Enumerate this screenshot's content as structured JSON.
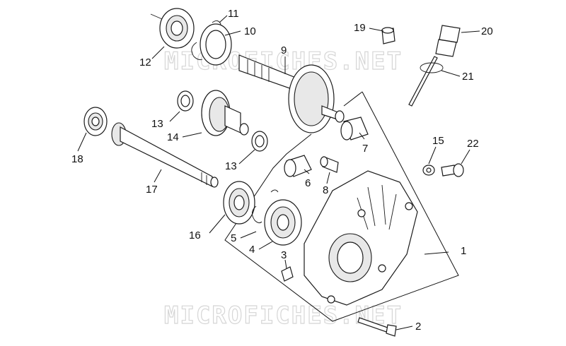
{
  "watermark": "MICROFICHES.NET",
  "callouts": [
    {
      "id": "1",
      "text": "1"
    },
    {
      "id": "2",
      "text": "2"
    },
    {
      "id": "3",
      "text": "3"
    },
    {
      "id": "4",
      "text": "4"
    },
    {
      "id": "5",
      "text": "5"
    },
    {
      "id": "6",
      "text": "6"
    },
    {
      "id": "7",
      "text": "7"
    },
    {
      "id": "8",
      "text": "8"
    },
    {
      "id": "9",
      "text": "9"
    },
    {
      "id": "10",
      "text": "10"
    },
    {
      "id": "11",
      "text": "11"
    },
    {
      "id": "12",
      "text": "12"
    },
    {
      "id": "13a",
      "text": "13"
    },
    {
      "id": "13b",
      "text": "13"
    },
    {
      "id": "14",
      "text": "14"
    },
    {
      "id": "15",
      "text": "15"
    },
    {
      "id": "16",
      "text": "16"
    },
    {
      "id": "17",
      "text": "17"
    },
    {
      "id": "18",
      "text": "18"
    },
    {
      "id": "19",
      "text": "19"
    },
    {
      "id": "20",
      "text": "20"
    },
    {
      "id": "21",
      "text": "21"
    },
    {
      "id": "22",
      "text": "22"
    }
  ]
}
